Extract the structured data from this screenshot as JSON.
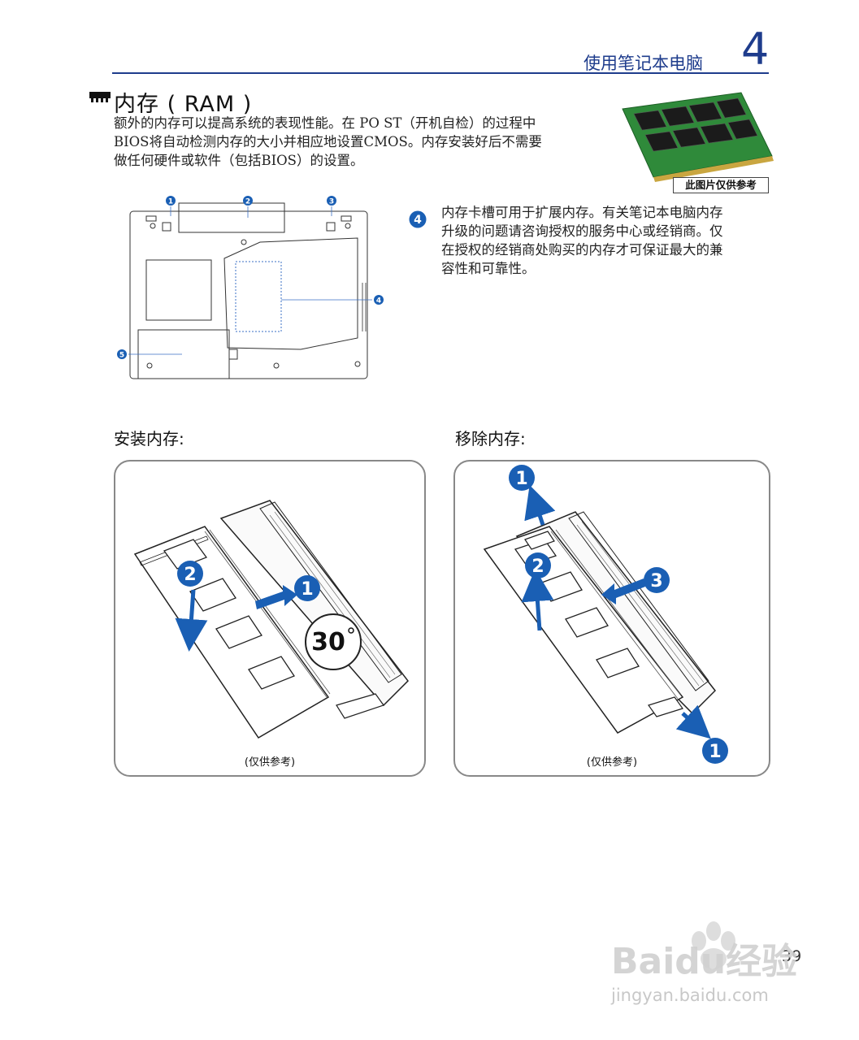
{
  "header": {
    "chapter_title": "使用笔记本电脑",
    "chapter_number": "4"
  },
  "section": {
    "icon": "ram-icon",
    "title": "内存 ( RAM )",
    "intro_lines": [
      "额外的内存可以提高系统的表现性能。在 PO ST（开机自检）的过程中",
      "BIOS将自动检测内存的大小并相应地设置CMOS。内存安装好后不需要",
      "做任何硬件或软件（包括BIOS）的设置。"
    ],
    "photo_caption": "此图片仅供参考"
  },
  "diagram": {
    "callout_labels": [
      "1",
      "2",
      "3",
      "4",
      "5"
    ]
  },
  "callout_4": {
    "number": "4",
    "lines": [
      "内存卡槽可用于扩展内存。有关笔记本电脑内存",
      "升级的问题请咨询授权的服务中心或经销商。仅",
      "在授权的经销商处购买的内存才可保证最大的兼",
      "容性和可靠性。"
    ]
  },
  "install": {
    "heading": "安装内存:",
    "step_1": "1",
    "step_2": "2",
    "angle_label": "30",
    "caption": "(仅供参考)"
  },
  "remove": {
    "heading": "移除内存:",
    "step_1_top": "1",
    "step_2": "2",
    "step_3": "3",
    "step_1_bottom": "1",
    "caption": "(仅供参考)"
  },
  "page_number": "39",
  "watermark": {
    "brand": "Baidu经验",
    "url": "jingyan.baidu.com"
  },
  "colors": {
    "accent_blue": "#1e3c8c",
    "step_badge_blue": "#1a5fb4"
  }
}
